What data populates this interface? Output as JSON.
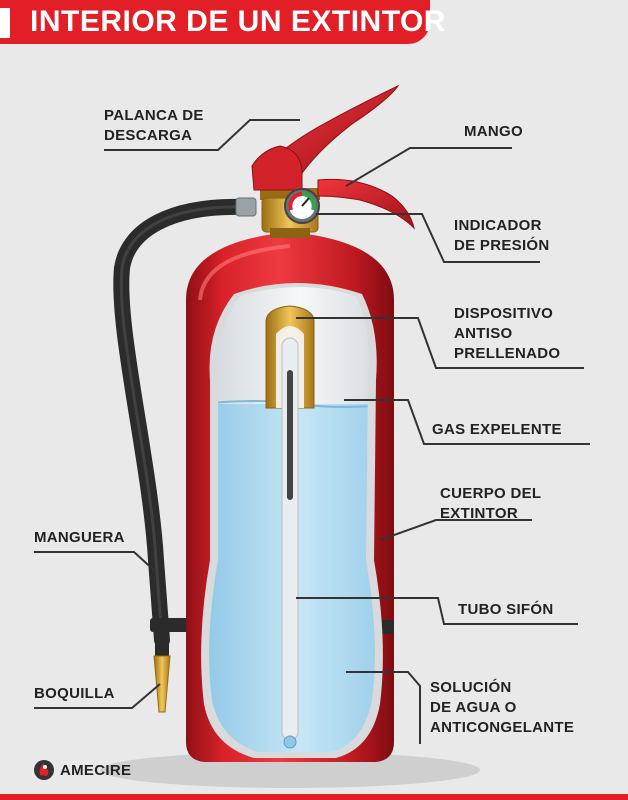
{
  "title": "INTERIOR DE UN EXTINTOR",
  "labels": {
    "palanca_1": "PALANCA DE",
    "palanca_2": "DESCARGA",
    "mango": "MANGO",
    "indicador_1": "INDICADOR",
    "indicador_2": "DE PRESIÓN",
    "dispositivo_1": "DISPOSITIVO",
    "dispositivo_2": "ANTISO",
    "dispositivo_3": "PRELLENADO",
    "gas": "GAS EXPELENTE",
    "cuerpo_1": "CUERPO DEL",
    "cuerpo_2": "EXTINTOR",
    "manguera": "MANGUERA",
    "tubo": "TUBO SIFÓN",
    "boquilla": "BOQUILLA",
    "solucion_1": "SOLUCIÓN",
    "solucion_2": "DE AGUA O",
    "solucion_3": "ANTICONGELANTE"
  },
  "logo": {
    "name": "AMECIRE",
    "icon": "flame-person-icon"
  },
  "colors": {
    "red": "#e21e26",
    "dark_red": "#a5131a",
    "water": "#a9d6ee",
    "gas": "#eef2f3",
    "brass": "#d8a532",
    "hose": "#2b2b2b"
  }
}
